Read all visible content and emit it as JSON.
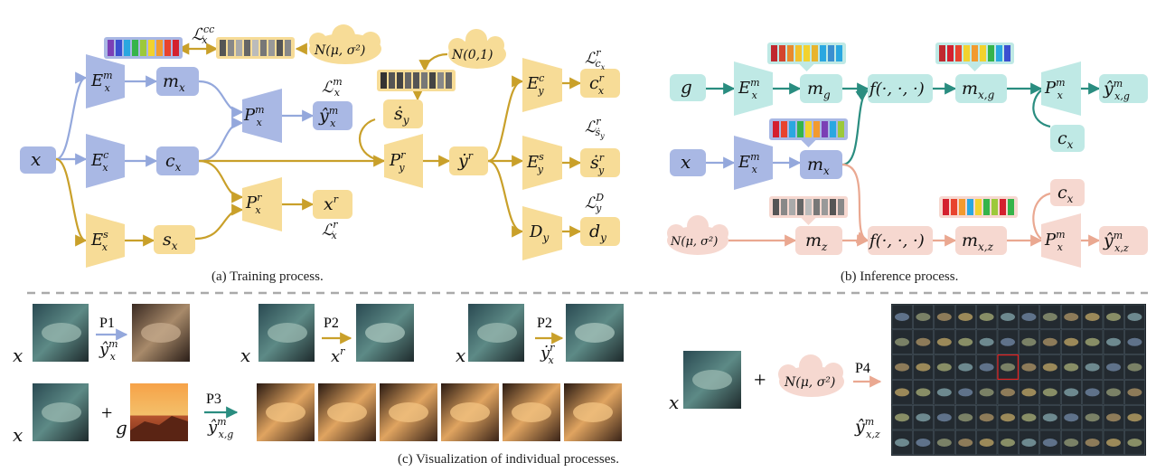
{
  "captions": {
    "a": "(a) Training process.",
    "b": "(b) Inference process.",
    "c": "(c) Visualization of individual processes."
  },
  "colors": {
    "blue_fill": "#a9b8e4",
    "blue_line": "#94a8dc",
    "yellow_fill": "#f7dc97",
    "yellow_line": "#c9a02a",
    "teal_fill": "#bfe9e5",
    "teal_line": "#2a8d80",
    "pink_fill": "#f6d8d0",
    "pink_line": "#eaa891",
    "gray_dash": "#aaaaaa"
  },
  "training": {
    "x": "x",
    "E_m": "E",
    "E_m_sup": "m",
    "E_m_sub": "x",
    "E_c": "E",
    "E_c_sup": "c",
    "E_c_sub": "x",
    "E_s": "E",
    "E_s_sup": "s",
    "E_s_sub": "x",
    "m_x": "m",
    "m_x_sub": "x",
    "c_x": "c",
    "c_x_sub": "x",
    "s_x": "s",
    "s_x_sub": "x",
    "P_m": "P",
    "P_m_sup": "m",
    "P_m_sub": "x",
    "P_r": "P",
    "P_r_sup": "r",
    "P_r_sub": "x",
    "yhat_m": "ŷ",
    "yhat_m_sup": "m",
    "yhat_m_sub": "x",
    "x_r": "x",
    "x_r_sup": "r",
    "L_m": "ℒ",
    "L_m_sup": "m",
    "L_m_sub": "x",
    "L_r": "ℒ",
    "L_r_sup": "r",
    "L_r_sub": "x",
    "L_cc": "ℒ",
    "L_cc_sup": "cc",
    "L_cc_sub": "x",
    "noise_gauss": "N(μ, σ²)",
    "noise_std": "N(0,1)",
    "sdot_y": "ṡ",
    "sdot_y_sub": "y",
    "P_y": "P",
    "P_y_sup": "r",
    "P_y_sub": "y",
    "ydot_r": "ẏ",
    "ydot_r_sup": "r",
    "E_yc": "E",
    "E_yc_sup": "c",
    "E_yc_sub": "y",
    "E_ys": "E",
    "E_ys_sup": "s",
    "E_ys_sub": "y",
    "D_y": "D",
    "D_y_sub": "y",
    "c_xr": "c",
    "c_xr_sup": "r",
    "c_xr_sub": "x",
    "s_yr": "ṡ",
    "s_yr_sup": "r",
    "s_yr_sub": "y",
    "d_y": "d",
    "d_y_sub": "y",
    "L_c": "ℒ",
    "L_c_sup": "r",
    "L_c_sub": "c",
    "L_c_subsub": "x",
    "L_s": "ℒ",
    "L_s_sup": "r",
    "L_s_sub": "ṡ",
    "L_s_subsub": "y",
    "L_D": "ℒ",
    "L_D_sup": "D",
    "L_D_sub": "y"
  },
  "inference": {
    "g": "g",
    "x": "x",
    "E1": "E",
    "E1_sup": "m",
    "E1_sub": "x",
    "E2": "E",
    "E2_sup": "m",
    "E2_sub": "x",
    "m_g": "m",
    "m_g_sub": "g",
    "m_x": "m",
    "m_x_sub": "x",
    "m_z": "m",
    "m_z_sub": "z",
    "f1": "f(·, ·, ·)",
    "f2": "f(·, ·, ·)",
    "m_xg": "m",
    "m_xg_sub": "x,g",
    "m_xz": "m",
    "m_xz_sub": "x,z",
    "P1": "P",
    "P1_sup": "m",
    "P1_sub": "x",
    "P2": "P",
    "P2_sup": "m",
    "P2_sub": "x",
    "out1": "ŷ",
    "out1_sup": "m",
    "out1_sub": "x,g",
    "out2": "ŷ",
    "out2_sup": "m",
    "out2_sub": "x,z",
    "c1": "c",
    "c1_sub": "x",
    "c2": "c",
    "c2_sub": "x",
    "noise": "N(μ, σ²)"
  },
  "visualization": {
    "x": "x",
    "g": "g",
    "plus": "+",
    "p1": "P1",
    "p2": "P2",
    "p3": "P3",
    "p4": "P4",
    "yhat": "ŷ",
    "yhat_sup": "m",
    "yhat_sub": "x",
    "xr": "x",
    "xr_sup": "r",
    "ydot": "ẏ",
    "ydot_sup": "r",
    "ydot_sub": "x",
    "yxg": "ŷ",
    "yxg_sup": "m",
    "yxg_sub": "x,g",
    "yxz": "ŷ",
    "yxz_sup": "m",
    "yxz_sub": "x,z",
    "noise": "N(μ, σ²)"
  }
}
